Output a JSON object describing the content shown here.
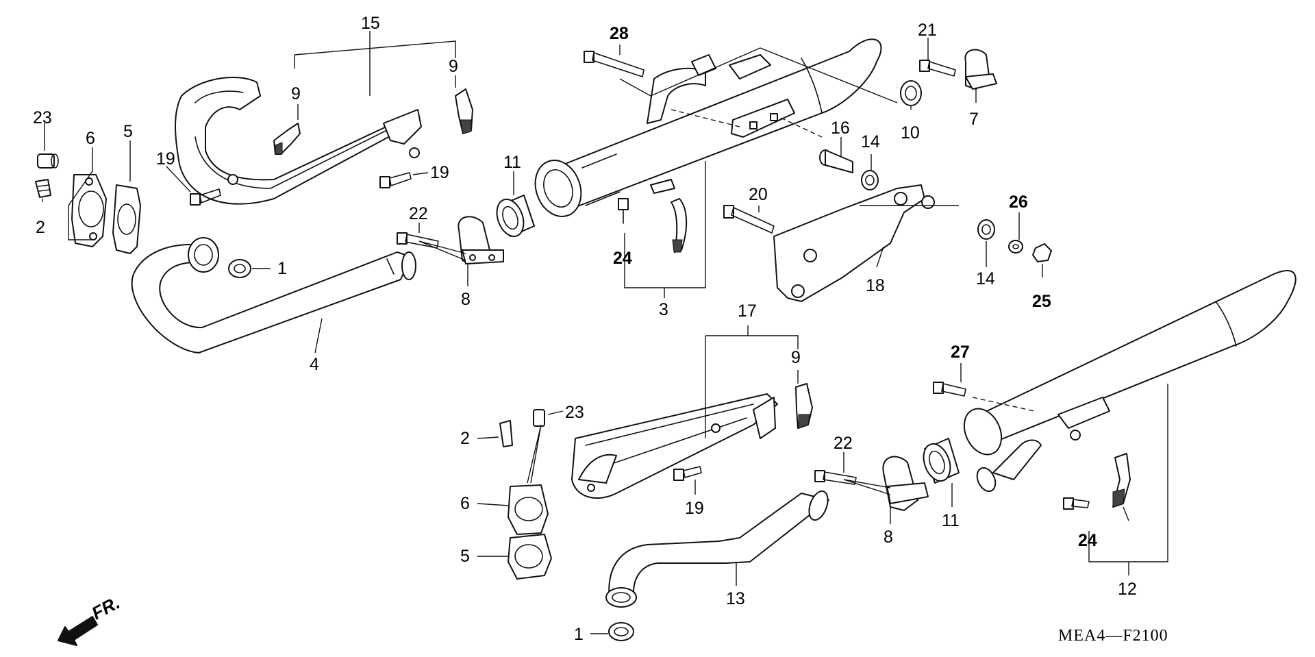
{
  "diagram_code": "MEA4—F2100",
  "direction_label": "FR.",
  "callouts": [
    {
      "id": "c1a",
      "text": "1"
    },
    {
      "id": "c1b",
      "text": "1"
    },
    {
      "id": "c2a",
      "text": "2"
    },
    {
      "id": "c2b",
      "text": "2"
    },
    {
      "id": "c3",
      "text": "3"
    },
    {
      "id": "c4",
      "text": "4"
    },
    {
      "id": "c5a",
      "text": "5"
    },
    {
      "id": "c5b",
      "text": "5"
    },
    {
      "id": "c6a",
      "text": "6"
    },
    {
      "id": "c6b",
      "text": "6"
    },
    {
      "id": "c7",
      "text": "7"
    },
    {
      "id": "c8a",
      "text": "8"
    },
    {
      "id": "c8b",
      "text": "8"
    },
    {
      "id": "c9a",
      "text": "9"
    },
    {
      "id": "c9b",
      "text": "9"
    },
    {
      "id": "c9c",
      "text": "9"
    },
    {
      "id": "c10",
      "text": "10"
    },
    {
      "id": "c11a",
      "text": "11"
    },
    {
      "id": "c11b",
      "text": "11"
    },
    {
      "id": "c12",
      "text": "12"
    },
    {
      "id": "c13",
      "text": "13"
    },
    {
      "id": "c14a",
      "text": "14"
    },
    {
      "id": "c14b",
      "text": "14"
    },
    {
      "id": "c15",
      "text": "15"
    },
    {
      "id": "c16",
      "text": "16"
    },
    {
      "id": "c17",
      "text": "17"
    },
    {
      "id": "c18",
      "text": "18"
    },
    {
      "id": "c19a",
      "text": "19"
    },
    {
      "id": "c19b",
      "text": "19"
    },
    {
      "id": "c19c",
      "text": "19"
    },
    {
      "id": "c20",
      "text": "20"
    },
    {
      "id": "c21",
      "text": "21"
    },
    {
      "id": "c22a",
      "text": "22"
    },
    {
      "id": "c22b",
      "text": "22"
    },
    {
      "id": "c23a",
      "text": "23"
    },
    {
      "id": "c23b",
      "text": "23"
    },
    {
      "id": "c24a",
      "text": "24"
    },
    {
      "id": "c24b",
      "text": "24"
    },
    {
      "id": "c25",
      "text": "25"
    },
    {
      "id": "c26",
      "text": "26"
    },
    {
      "id": "c27",
      "text": "27"
    },
    {
      "id": "c28",
      "text": "28"
    }
  ]
}
